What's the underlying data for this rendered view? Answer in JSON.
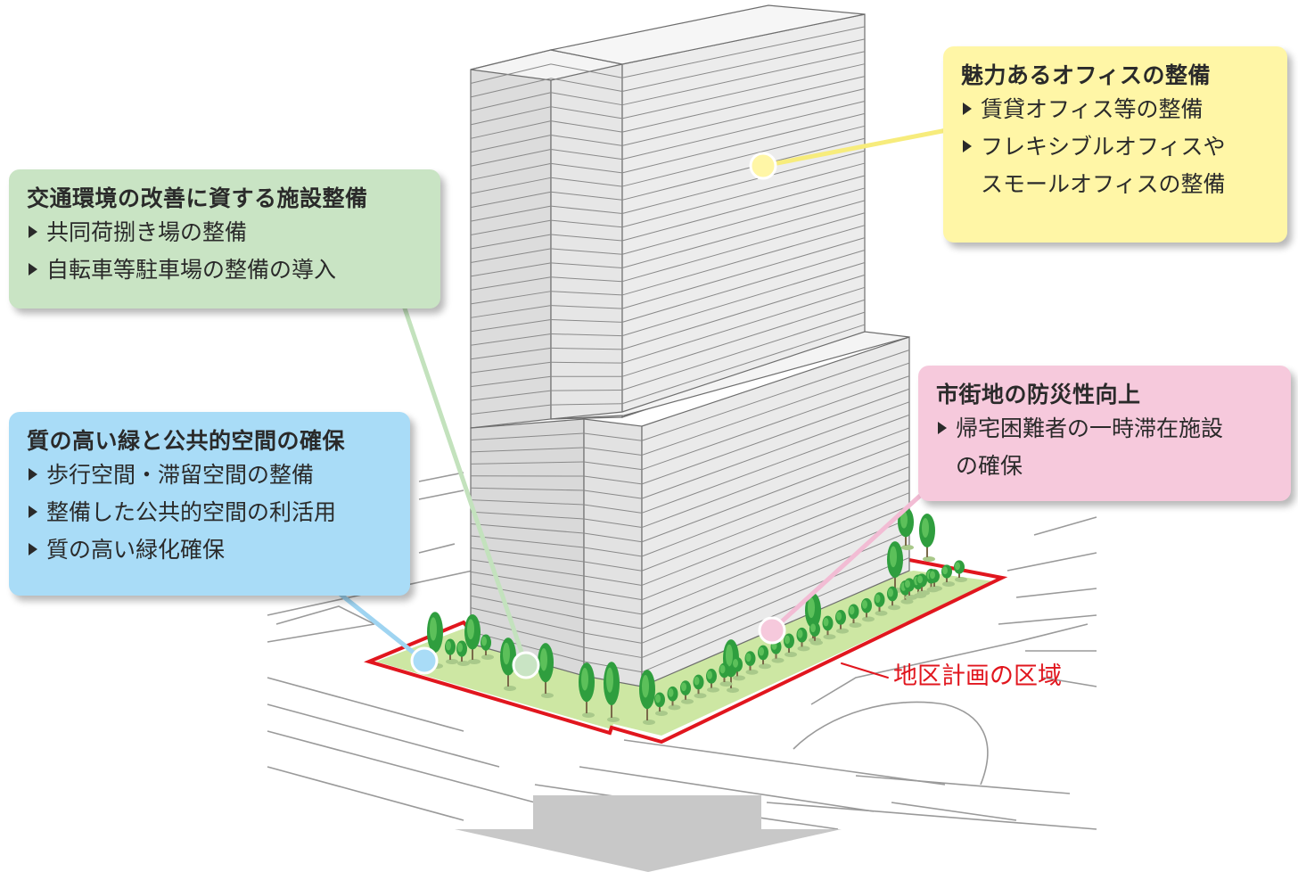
{
  "callouts": {
    "office": {
      "title": "魅力あるオフィスの整備",
      "items": [
        "賃貸オフィス等の整備",
        "フレキシブルオフィスや",
        "スモールオフィスの整備"
      ]
    },
    "traffic": {
      "title": "交通環境の改善に資する施設整備",
      "items": [
        "共同荷捌き場の整備",
        "自転車等駐車場の整備の導入"
      ]
    },
    "green": {
      "title": "質の高い緑と公共的空間の確保",
      "items": [
        "歩行空間・滞留空間の整備",
        "整備した公共的空間の利活用",
        "質の高い緑化確保"
      ]
    },
    "disaster": {
      "title": "市街地の防災性向上",
      "items": [
        "帰宅困難者の一時滞在施設",
        "の確保"
      ]
    }
  },
  "district_label": "地区計画の区域",
  "colors": {
    "office": "#fff6a6",
    "traffic": "#c9e4c4",
    "green": "#a9dcf7",
    "disaster": "#f6c9dc",
    "boundary": "#e1161e"
  }
}
